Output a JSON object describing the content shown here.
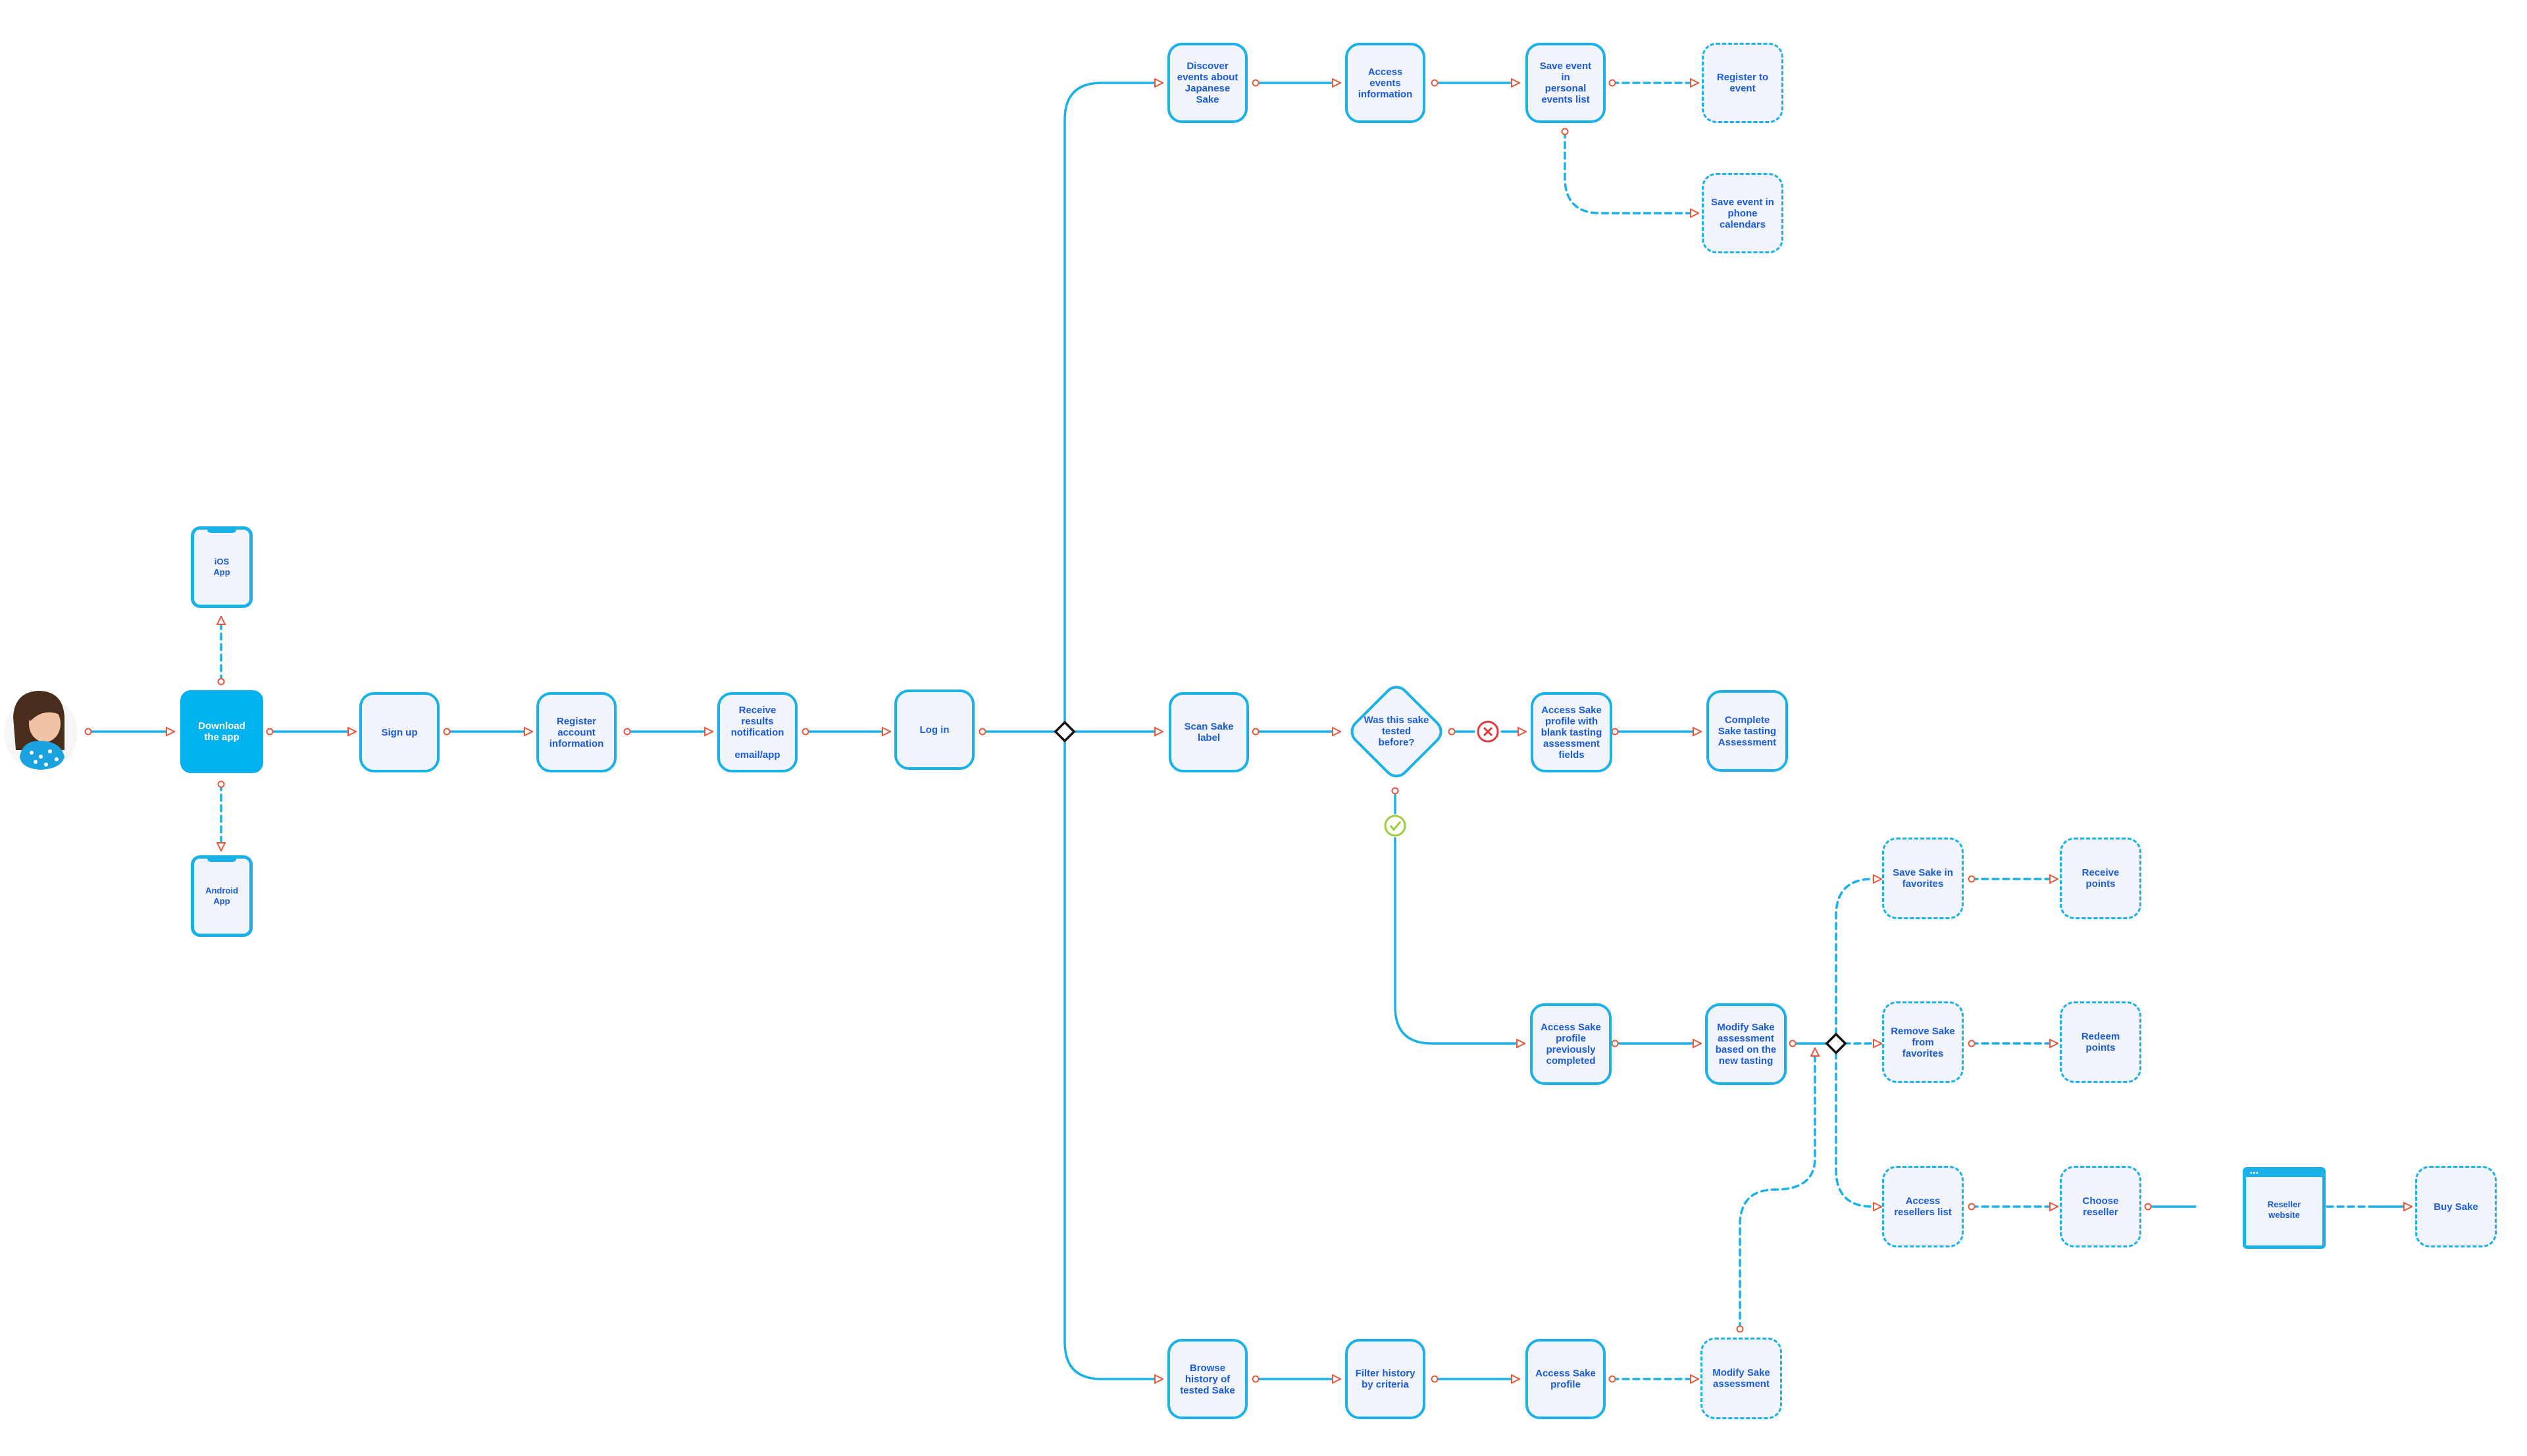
{
  "nodes": {
    "download_app": "Download\nthe app",
    "ios_app": "iOS\nApp",
    "android_app": "Android\nApp",
    "sign_up": "Sign up",
    "register_account": "Register\naccount\ninformation",
    "receive_results": "Receive\nresults\nnotification\n\nemail/app",
    "log_in": "Log in",
    "discover_events": "Discover\nevents about\nJapanese\nSake",
    "access_events": "Access\nevents\ninformation",
    "save_event_personal": "Save event in\npersonal\nevents list",
    "register_to_event": "Register to\nevent",
    "save_event_calendar": "Save event in\nphone\ncalendars",
    "scan_label": "Scan Sake\nlabel",
    "was_tested": "Was this sake\ntested\nbefore?",
    "access_blank": "Access Sake\nprofile with\nblank tasting\nassessment\nfields",
    "complete_assessment": "Complete\nSake tasting\nAssessment",
    "access_prev_completed": "Access Sake\nprofile\npreviously\ncompleted",
    "modify_based_new": "Modify Sake\nassessment\nbased on the\nnew tasting",
    "save_favorites": "Save Sake in\nfavorites",
    "receive_points": "Receive\npoints",
    "remove_favorites": "Remove Sake\nfrom\nfavorites",
    "redeem_points": "Redeem\npoints",
    "access_resellers": "Access\nresellers list",
    "choose_reseller": "Choose\nreseller",
    "reseller_website": "Reseller\nwebsite",
    "buy_sake": "Buy Sake",
    "browse_history": "Browse\nhistory of\ntested Sake",
    "filter_history": "Filter history\nby criteria",
    "access_profile": "Access Sake\nprofile",
    "modify_assessment": "Modify Sake\nassessment"
  },
  "icons": {
    "persona": "woman-avatar-icon",
    "no_marker": "x-mark-icon",
    "yes_marker": "check-mark-icon",
    "gateway": "diamond-gateway-icon"
  },
  "colors": {
    "line": "#1ab0e8",
    "node_fill": "#f1f5fb",
    "text": "#1c5bd8",
    "primary": "#00b2f0",
    "arrow": "#e8593c",
    "no": "#e03a3a",
    "yes": "#9ccc3c"
  }
}
